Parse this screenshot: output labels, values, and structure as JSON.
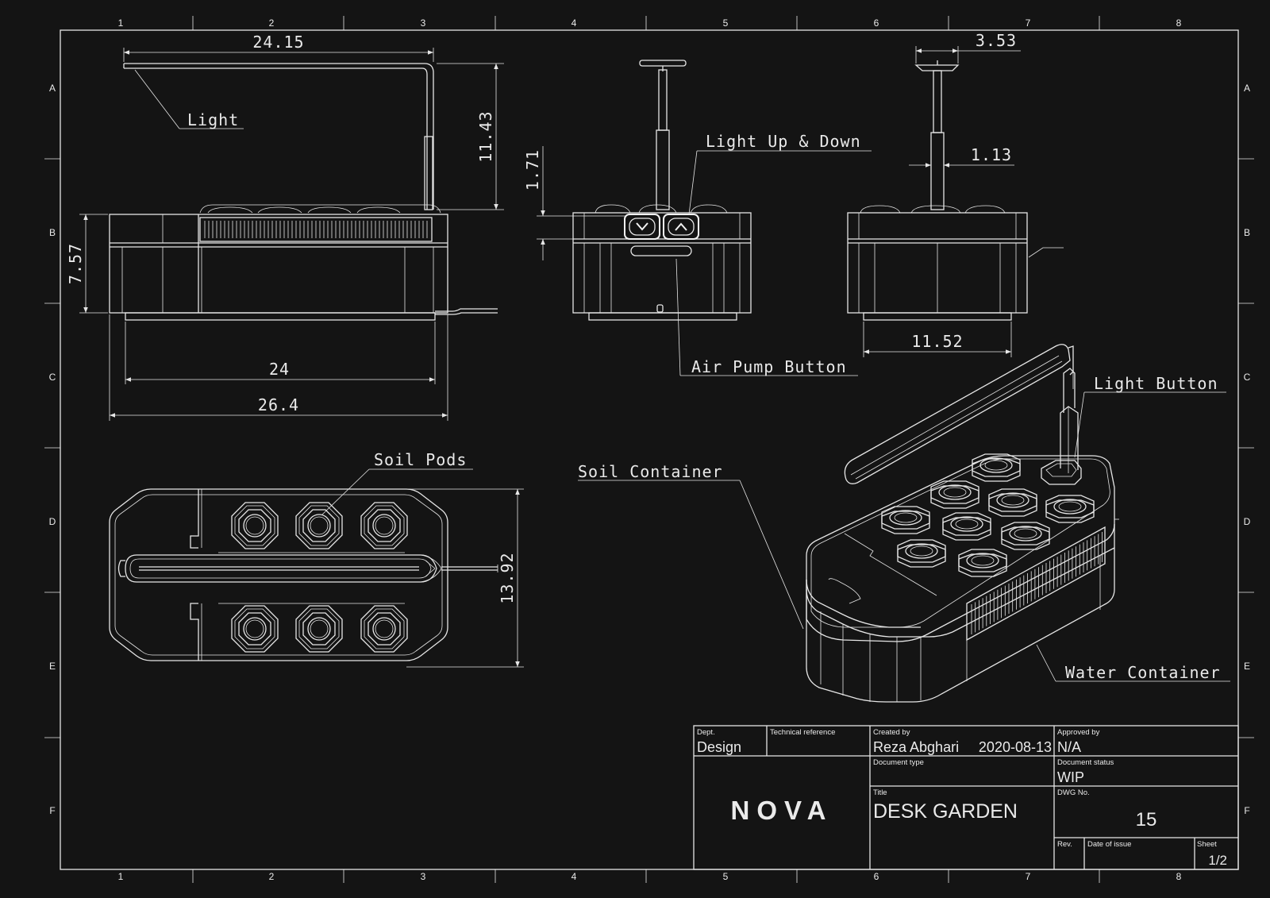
{
  "drawing": {
    "zones": {
      "columns": [
        "1",
        "2",
        "3",
        "4",
        "5",
        "6",
        "7",
        "8"
      ],
      "rows": [
        "A",
        "B",
        "C",
        "D",
        "E",
        "F"
      ]
    },
    "dimensions": {
      "light_length": "24.15",
      "light_height": "11.43",
      "base_height": "7.57",
      "base_length": "24",
      "total_length": "26.4",
      "front_button_height": "1.71",
      "light_head_width": "3.53",
      "pole_width": "1.13",
      "side_width": "11.52",
      "top_depth": "13.92"
    },
    "callouts": {
      "light": "Light",
      "light_up_down": "Light Up & Down",
      "air_pump_button": "Air Pump Button",
      "light_button": "Light Button",
      "soil_pods": "Soil Pods",
      "soil_container": "Soil Container",
      "water_container": "Water Container"
    }
  },
  "title_block": {
    "dept_label": "Dept.",
    "dept": "Design",
    "tech_ref_label": "Technical reference",
    "tech_ref": "",
    "created_by_label": "Created by",
    "created_by": "Reza Abghari",
    "created_date": "2020-08-13",
    "approved_by_label": "Approved by",
    "approved_by": "N/A",
    "doc_type_label": "Document type",
    "doc_type": "",
    "doc_status_label": "Document status",
    "doc_status": "WIP",
    "logo": "NOVA",
    "title_label": "Title",
    "title": "DESK GARDEN",
    "dwg_no_label": "DWG No.",
    "dwg_no": "15",
    "rev_label": "Rev.",
    "date_of_issue_label": "Date of issue",
    "sheet_label": "Sheet",
    "sheet": "1/2"
  }
}
